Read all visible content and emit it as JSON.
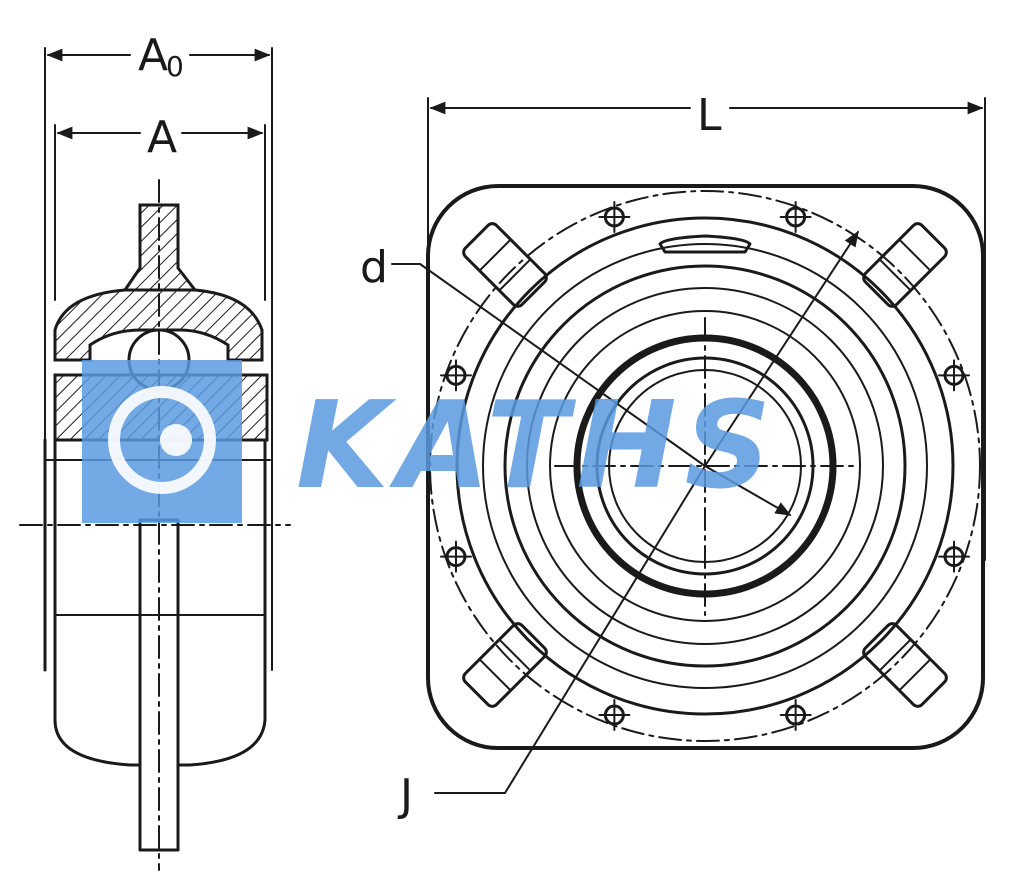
{
  "labels": {
    "a0_main": "A",
    "a0_sub": "0",
    "a": "A",
    "l": "L",
    "d": "d",
    "j": "J"
  },
  "watermark": {
    "text": "KATHS",
    "color": "#5a9be0"
  },
  "colors": {
    "ink": "#1a1a1a",
    "background": "#ffffff"
  }
}
